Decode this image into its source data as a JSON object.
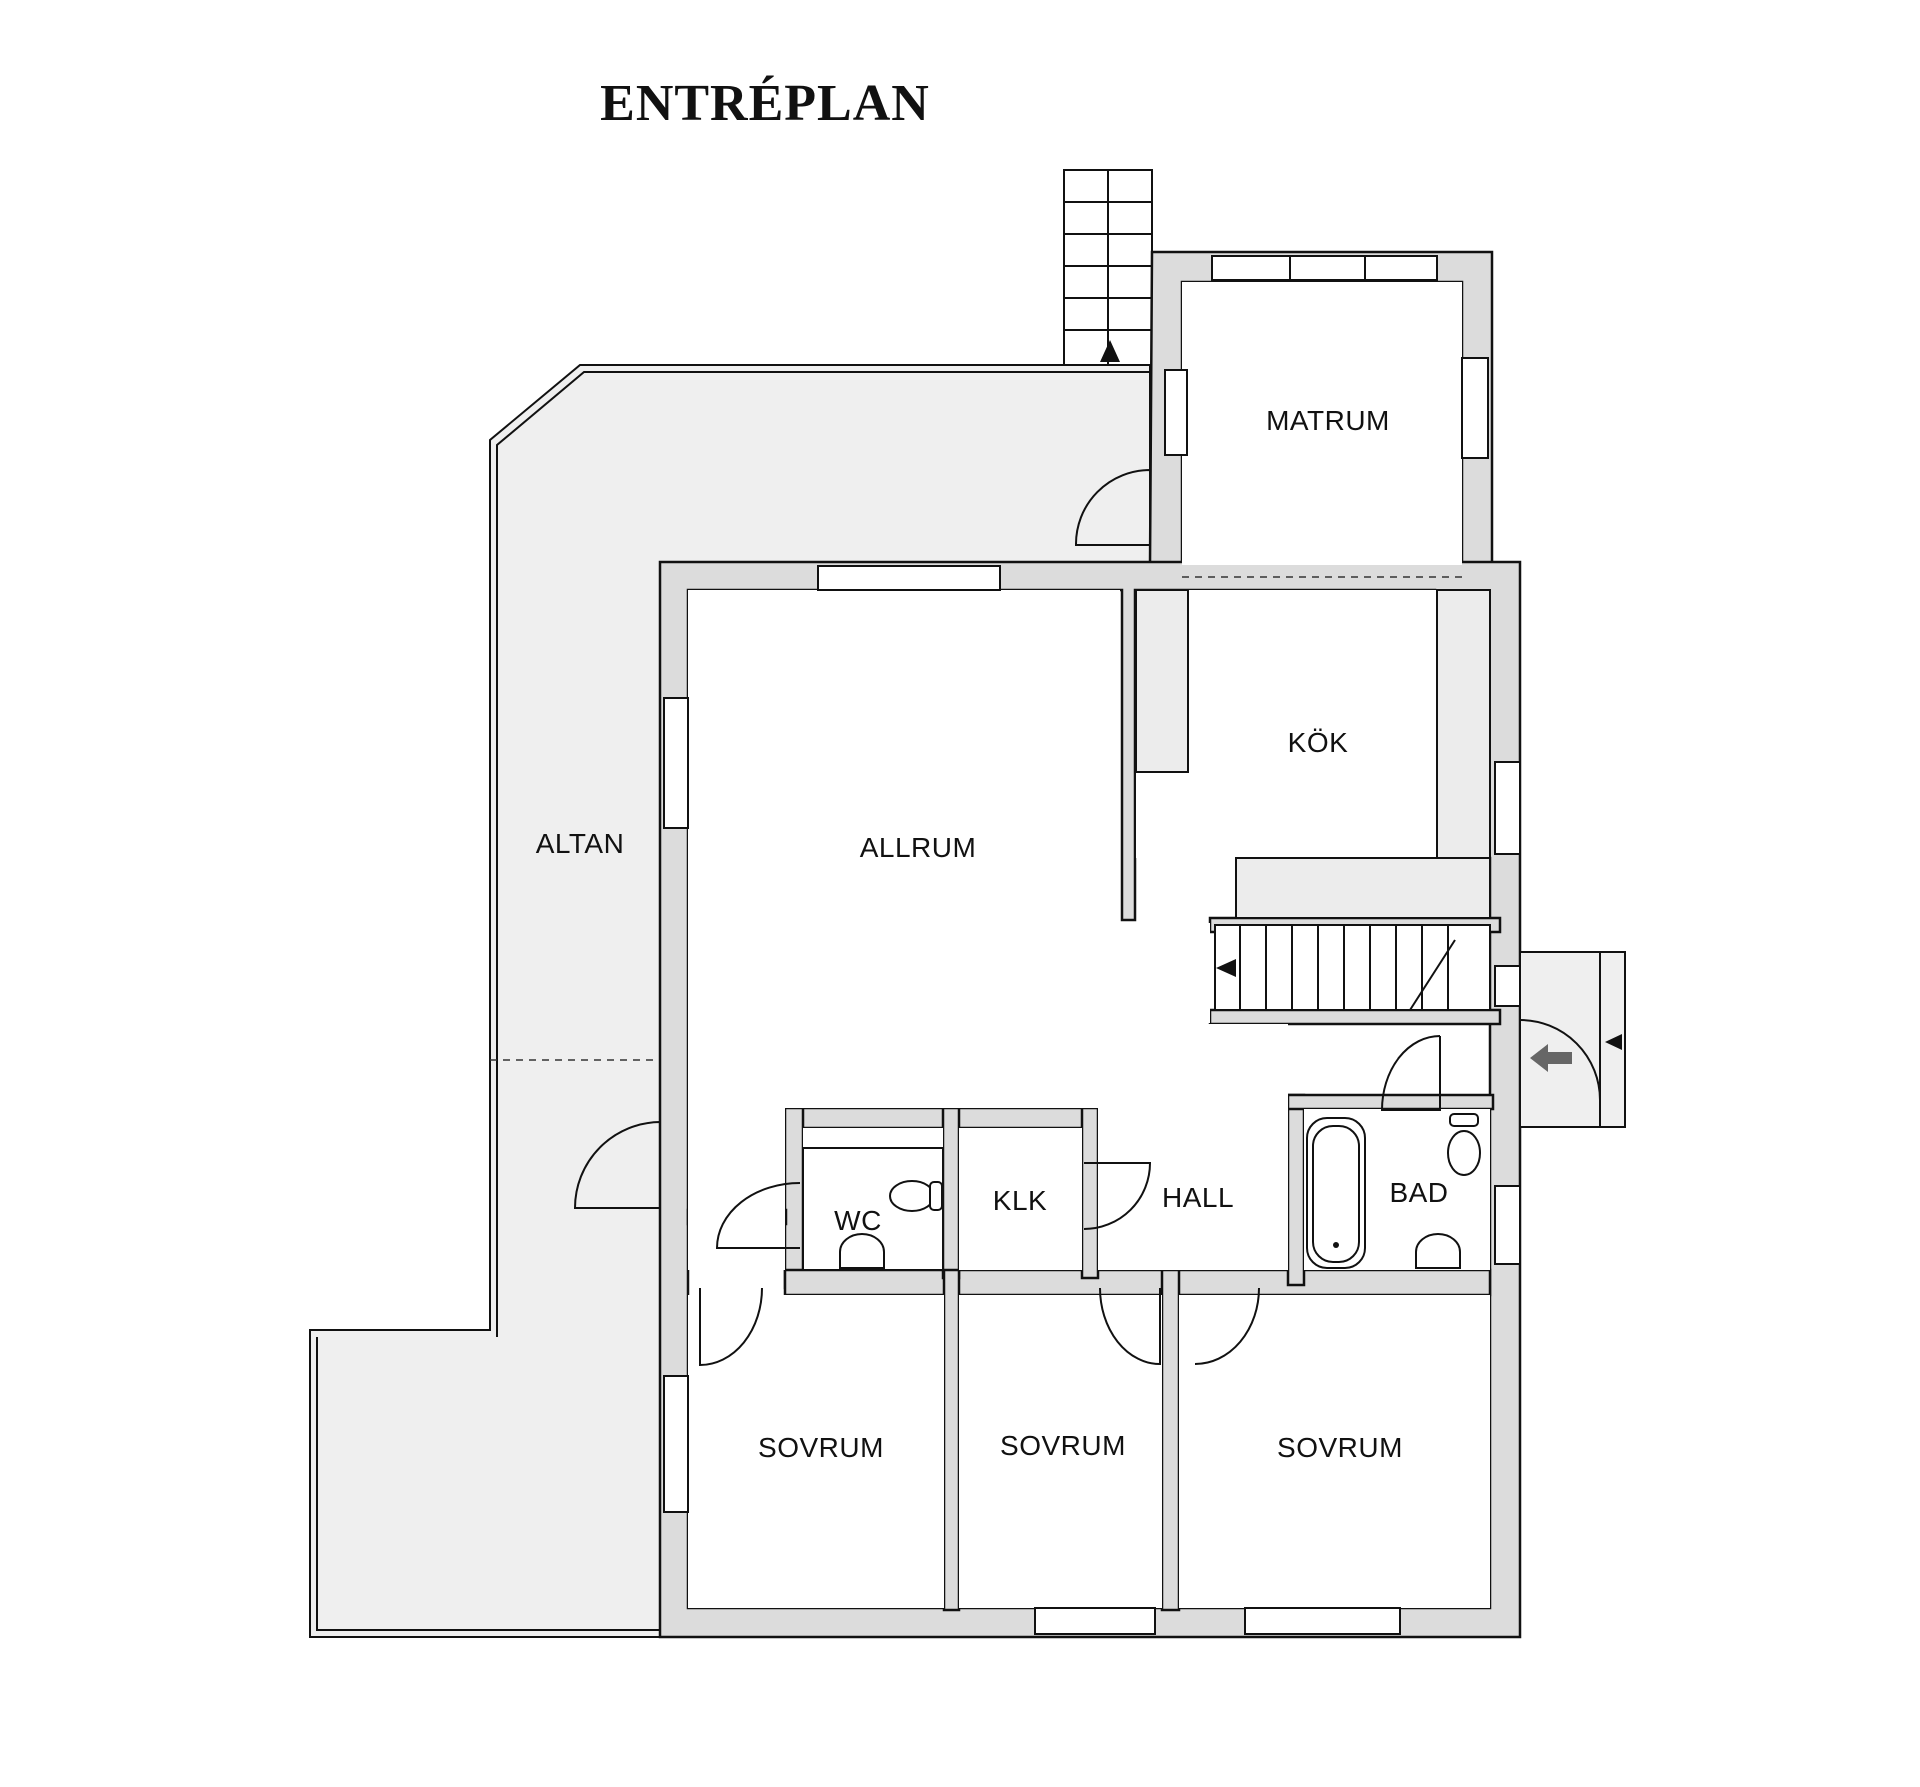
{
  "title": "ENTRÉPLAN",
  "rooms": {
    "matrum": "MATRUM",
    "kok": "KÖK",
    "allrum": "ALLRUM",
    "altan": "ALTAN",
    "wc": "WC",
    "klk": "KLK",
    "hall": "HALL",
    "bad": "BAD",
    "sovrum_1": "SOVRUM",
    "sovrum_2": "SOVRUM",
    "sovrum_3": "SOVRUM"
  },
  "colors": {
    "wall": "#dcdcdc",
    "deck": "#efefef",
    "line": "#111111",
    "entrance_arrow": "#666666"
  },
  "icons": [
    "stair-arrow-icon",
    "entrance-arrow-icon",
    "toilet-icon",
    "sink-icon",
    "bathtub-icon",
    "door-swing-icon",
    "window-icon"
  ]
}
